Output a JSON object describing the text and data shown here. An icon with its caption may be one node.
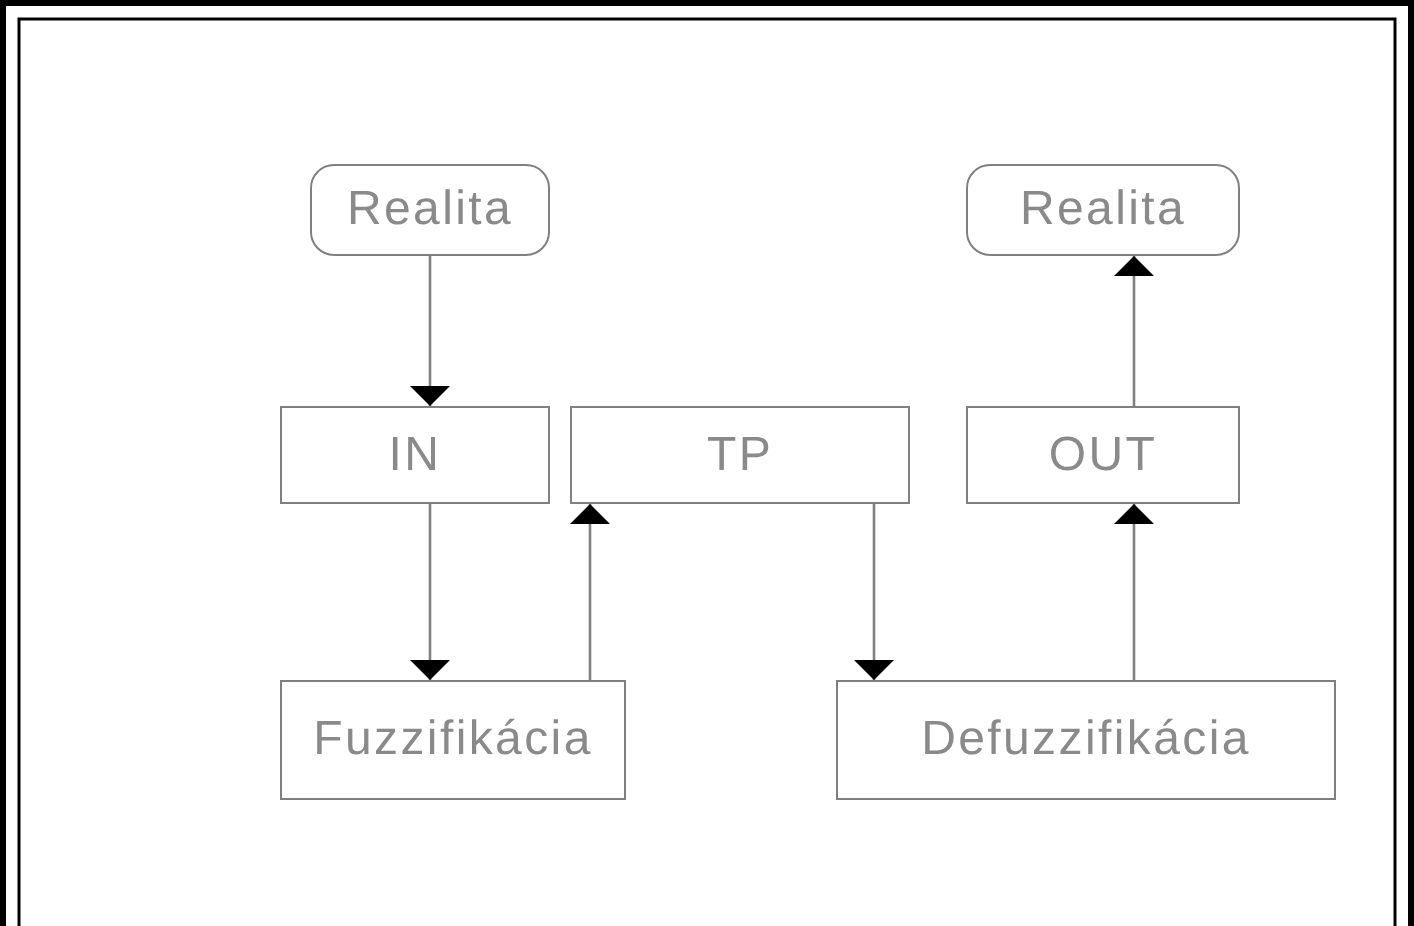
{
  "diagram": {
    "nodes": [
      {
        "text": [
          "Realita"
        ]
      },
      {
        "text": [
          "IN"
        ]
      },
      {
        "text": [
          "Fuzzifikácia"
        ]
      },
      {
        "text": [
          "TP"
        ]
      },
      {
        "text": [
          "Realita"
        ]
      },
      {
        "text": [
          "OUT"
        ]
      },
      {
        "text": [
          "Defuzzifikácia"
        ]
      }
    ],
    "edges": [
      {
        "from": 0,
        "to": 1,
        "arrow": "to"
      },
      {
        "from": 1,
        "to": 2,
        "arrow": "to"
      },
      {
        "from": 2,
        "to": 3,
        "arrow": "to"
      },
      {
        "from": 3,
        "to": 6,
        "arrow": "to"
      },
      {
        "from": 6,
        "to": 5,
        "arrow": "to"
      },
      {
        "from": 5,
        "to": 4,
        "arrow": "to"
      }
    ]
  }
}
